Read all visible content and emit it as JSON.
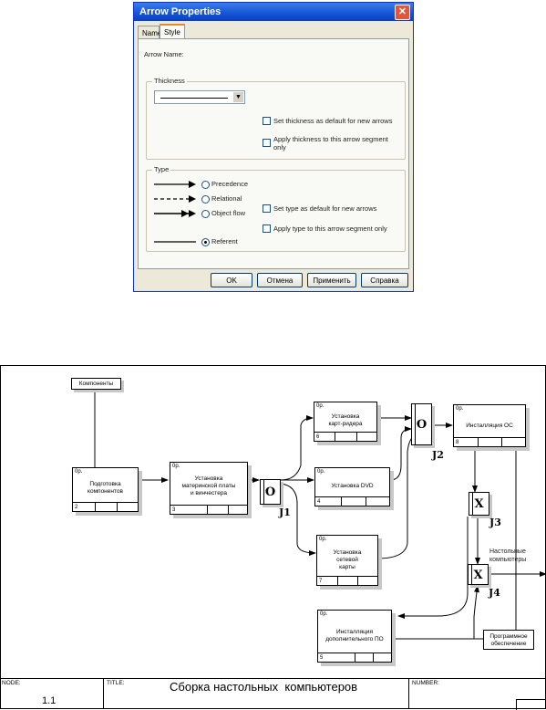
{
  "dialog": {
    "title": "Arrow Properties",
    "close_glyph": "✕",
    "tabs": [
      {
        "label": "Name"
      },
      {
        "label": "Style"
      }
    ],
    "arrow_name_label": "Arrow Name:",
    "thickness": {
      "legend": "Thickness",
      "set_default": "Set thickness as default for new arrows",
      "apply_segment_1": "Apply thickness to this arrow segment",
      "apply_segment_2": "only"
    },
    "type": {
      "legend": "Type",
      "options": [
        {
          "label": "Precedence",
          "selected": false
        },
        {
          "label": "Relational",
          "selected": false
        },
        {
          "label": "Object flow",
          "selected": false
        },
        {
          "label": "Referent",
          "selected": true
        }
      ],
      "set_default": "Set type as default for new arrows",
      "apply_segment": "Apply type to this arrow segment only"
    },
    "buttons": {
      "ok": "OK",
      "cancel": "Отмена",
      "apply": "Применить",
      "help": "Справка"
    }
  },
  "diagram": {
    "tunnel_label": "Компоненты",
    "cost": "0р.",
    "boxes": [
      {
        "n": "2",
        "l1": "Подготовка",
        "l2": "компонентов",
        "l3": ""
      },
      {
        "n": "3",
        "l1": "Установка",
        "l2": "материнской платы",
        "l3": "и винчестера"
      },
      {
        "n": "6",
        "l1": "Установка",
        "l2": "карт-ридера",
        "l3": ""
      },
      {
        "n": "4",
        "l1": "Установка DVD",
        "l2": "",
        "l3": ""
      },
      {
        "n": "7",
        "l1": "Установка",
        "l2": "сетевой",
        "l3": "карты"
      },
      {
        "n": "8",
        "l1": "Инсталляция ОС",
        "l2": "",
        "l3": ""
      },
      {
        "n": "5",
        "l1": "Инсталляция",
        "l2": "дополнительного ПО",
        "l3": ""
      }
    ],
    "junctions": [
      {
        "sym": "O",
        "label": "J1"
      },
      {
        "sym": "O",
        "label": "J2"
      },
      {
        "sym": "X",
        "label": "J3"
      },
      {
        "sym": "X",
        "label": "J4"
      }
    ],
    "output_label_1": "Настольные",
    "output_label_2": "компьютеры",
    "software_label_1": "Программное",
    "software_label_2": "обеспечение",
    "title_block": {
      "node_label": "NODE:",
      "node_value": "1.1",
      "title_label": "TITLE:",
      "title_value": "Сборка настольных  компьютеров",
      "number_label": "NUMBER:"
    }
  }
}
